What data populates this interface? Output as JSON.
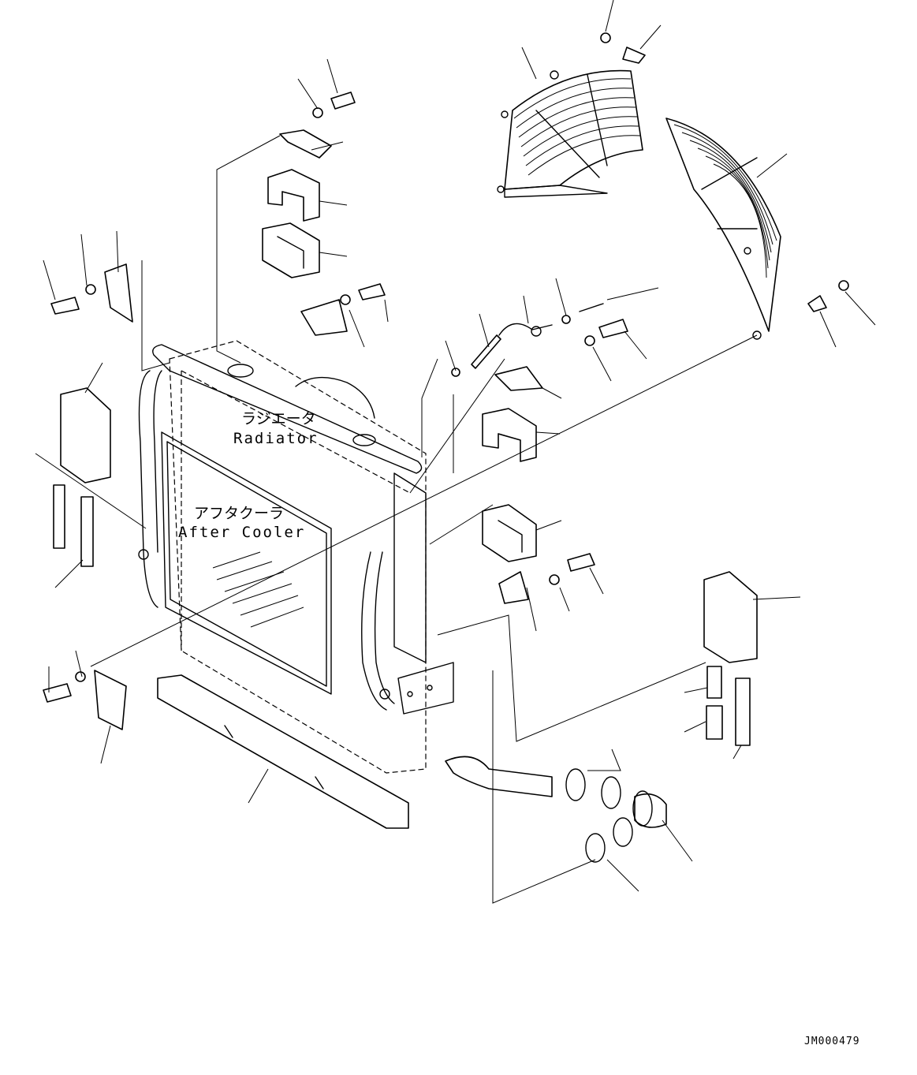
{
  "labels": {
    "radiator_jp": "ラジエータ",
    "radiator_en": "Radiator",
    "aftercooler_jp": "アフタクーラ",
    "aftercooler_en": "After Cooler",
    "drawing_code": "JM000479"
  }
}
